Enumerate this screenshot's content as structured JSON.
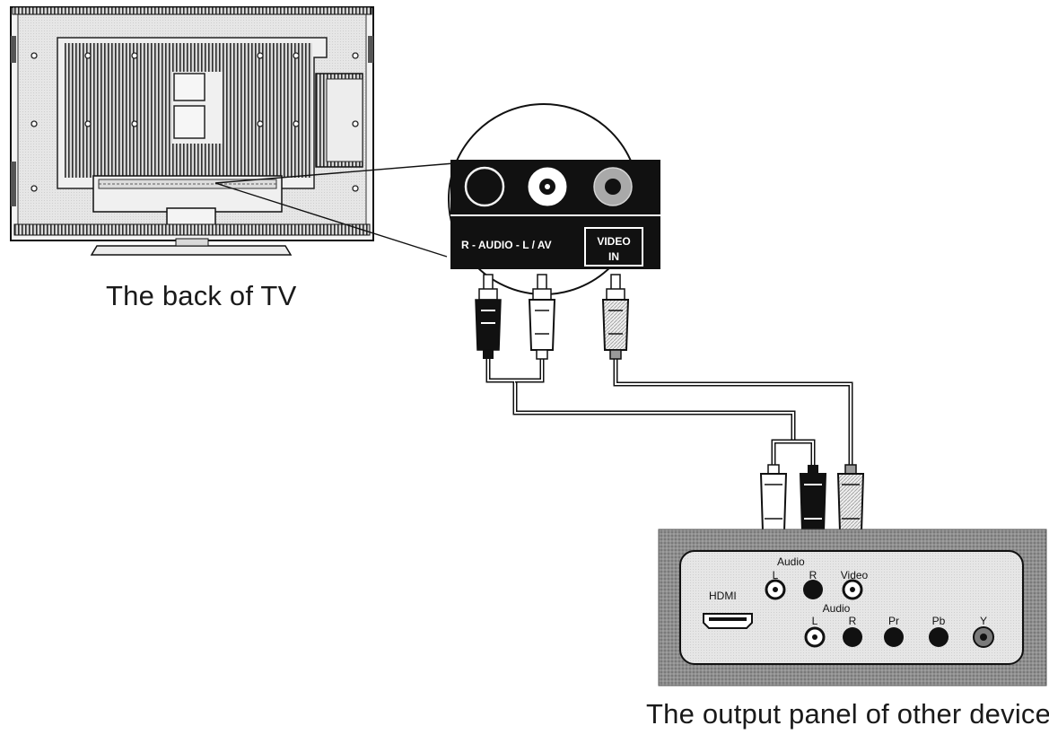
{
  "captions": {
    "tv_back": "The back of TV",
    "device_panel": "The output panel of other device"
  },
  "tv_jack_panel": {
    "audio_av_label": "R - AUDIO - L  / AV",
    "video_in_label_line1": "VIDEO",
    "video_in_label_line2": "IN"
  },
  "device_panel": {
    "hdmi_label": "HDMI",
    "audio_top_label": "Audio",
    "audio_top_l": "L",
    "audio_top_r": "R",
    "video_label": "Video",
    "audio_bottom_label": "Audio",
    "audio_bottom_l": "L",
    "audio_bottom_r": "R",
    "pr_label": "Pr",
    "pb_label": "Pb",
    "y_label": "Y"
  },
  "colors": {
    "line": "#111111",
    "hatch_dark": "#3a3a3a",
    "panel_gray": "#8a8a8a",
    "panel_face": "#e4e4e4",
    "jack_black": "#111111",
    "jack_white": "#ffffff",
    "plug_gray": "#9a9a9a"
  }
}
